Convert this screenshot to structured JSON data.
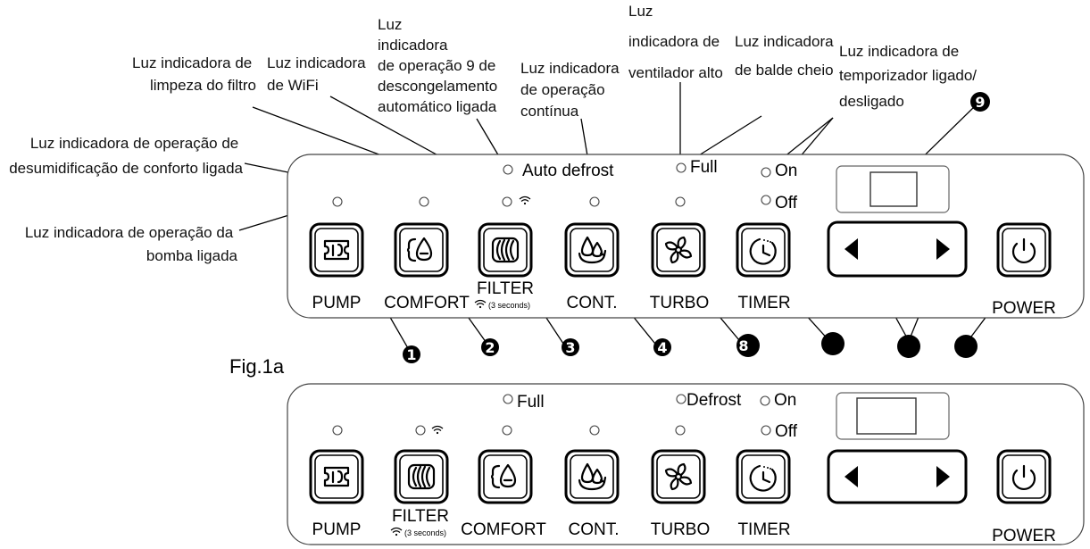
{
  "callouts": {
    "pump_light": [
      "Luz indicadora de operação da",
      "bomba ligada"
    ],
    "comfort_light": [
      "Luz indicadora de operação de",
      "desumidificação de conforto ligada"
    ],
    "filter_light": [
      "Luz indicadora de",
      "limpeza do filtro"
    ],
    "wifi_light": [
      "Luz indicadora",
      "de WiFi"
    ],
    "defrost_light": [
      "Luz",
      "indicadora",
      "de operação 9 de",
      "descongelamento",
      "automático ligada"
    ],
    "continuous_light": [
      "Luz indicadora",
      "de operação",
      "contínua"
    ],
    "fan_high_light": [
      "Luz",
      "indicadora de",
      "ventilador alto"
    ],
    "bucket_full_light": [
      "Luz indicadora",
      "de balde cheio"
    ],
    "timer_light": [
      "Luz indicadora de",
      "temporizador ligado/",
      "desligado"
    ]
  },
  "figure_label": "Fig.1a",
  "panel_a": {
    "indicators": {
      "auto_defrost": "Auto defrost",
      "full": "Full",
      "on": "On",
      "off": "Off"
    },
    "buttons": [
      "PUMP",
      "COMFORT",
      "FILTER",
      "CONT.",
      "TURBO",
      "TIMER",
      "POWER"
    ],
    "filter_subtext": "(3 seconds)"
  },
  "panel_b": {
    "indicators": {
      "full": "Full",
      "defrost": "Defrost",
      "on": "On",
      "off": "Off"
    },
    "buttons": [
      "PUMP",
      "FILTER",
      "COMFORT",
      "CONT.",
      "TURBO",
      "TIMER",
      "POWER"
    ],
    "filter_subtext": "(3 seconds)"
  },
  "numbered_markers": [
    "1",
    "2",
    "3",
    "4",
    "8",
    "9"
  ],
  "icons": [
    "pump-icon",
    "comfort-icon",
    "filter-icon",
    "continuous-icon",
    "turbo-fan-icon",
    "timer-icon",
    "arrow-left-icon",
    "arrow-right-icon",
    "power-icon",
    "wifi-icon"
  ]
}
